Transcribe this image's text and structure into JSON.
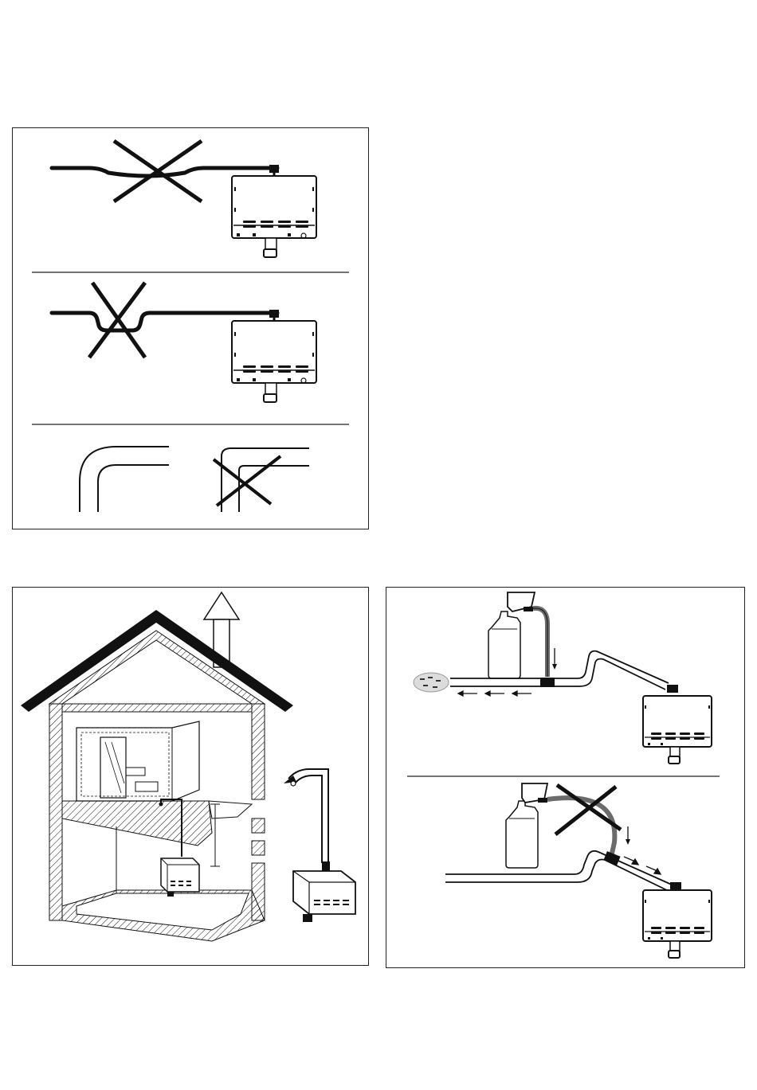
{
  "document": {
    "pages_text": [],
    "colors": {
      "ink": "#111111",
      "hose_grey": "#6b6b6b",
      "panel_border": "#222222",
      "background": "#ffffff"
    }
  },
  "figures": [
    {
      "figure": "steam-pipe-routing",
      "rows": [
        "sagging-pipe-wrong",
        "pipe-dip-wrong",
        "pipe-bend-radius"
      ],
      "icons": [
        "cross-mark-icon",
        "steam-generator-icon"
      ]
    },
    {
      "figure": "house-installation",
      "icons": [
        "arrow-up-icon",
        "steam-generator-icon",
        "steam-room-icon"
      ]
    },
    {
      "figure": "drain-connection",
      "rows": [
        "correct-descaling-connection",
        "wrong-descaling-connection"
      ],
      "icons": [
        "canister-icon",
        "funnel-icon",
        "flow-arrow-icon",
        "cross-mark-icon",
        "steam-generator-icon"
      ]
    }
  ]
}
